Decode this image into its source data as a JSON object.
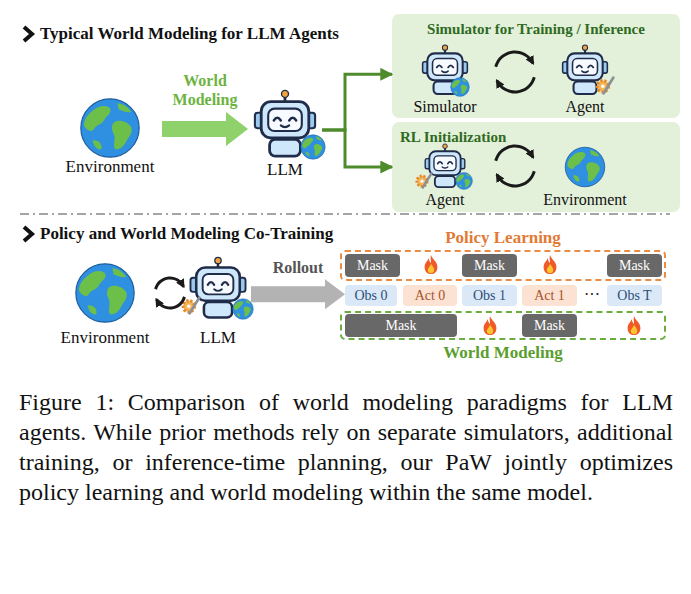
{
  "diagram": {
    "caption": "Figure 1: Comparison of world modeling paradigms for LLM agents. While prior methods rely on separate simulators, additional training, or inference-time planning, our PaW jointly optimizes policy learning and world modeling within the same model.",
    "nodes": [
      {
        "text": [
          "Environment"
        ]
      },
      {
        "text": [
          "LLM"
        ]
      },
      {
        "text": [
          "Simulator for Training / Inference"
        ]
      },
      {
        "text": [
          "Simulator"
        ],
        "in": 2
      },
      {
        "text": [
          "Agent"
        ],
        "in": 2
      },
      {
        "text": [
          "RL Initialization"
        ]
      },
      {
        "text": [
          "Agent"
        ],
        "in": 5
      },
      {
        "text": [
          "Environment"
        ],
        "in": 5
      },
      {
        "text": [
          "Environment"
        ]
      },
      {
        "text": [
          "LLM"
        ]
      },
      {
        "text": [
          "Policy Learning"
        ]
      },
      {
        "text": [
          "Mask"
        ],
        "in": 10
      },
      {
        "text": [
          "Mask"
        ],
        "in": 10
      },
      {
        "text": [
          "Mask"
        ],
        "in": 10
      },
      {
        "text": [
          "Obs 0"
        ]
      },
      {
        "text": [
          "Act 0"
        ]
      },
      {
        "text": [
          "Obs 1"
        ]
      },
      {
        "text": [
          "Act 1"
        ]
      },
      {
        "text": [
          "Obs T"
        ]
      },
      {
        "text": [
          "World Modeling"
        ]
      },
      {
        "text": [
          "Mask"
        ],
        "in": 19
      },
      {
        "text": [
          "Mask"
        ],
        "in": 19
      }
    ],
    "edges": [
      {
        "from": 0,
        "to": 1,
        "label": "World Modeling",
        "arrow": "to"
      },
      {
        "from": 1,
        "to": 2,
        "arrow": "to"
      },
      {
        "from": 1,
        "to": 5,
        "arrow": "to"
      },
      {
        "from": 3,
        "to": 4,
        "arrow": "both"
      },
      {
        "from": 6,
        "to": 7,
        "arrow": "both"
      },
      {
        "from": 8,
        "to": 9,
        "arrow": "both"
      },
      {
        "from": 9,
        "to": 14,
        "label": "Rollout",
        "arrow": "to"
      }
    ],
    "labels": [
      "Typical World Modeling for LLM Agents",
      "Policy and World Modeling Co-Training",
      "···"
    ]
  }
}
